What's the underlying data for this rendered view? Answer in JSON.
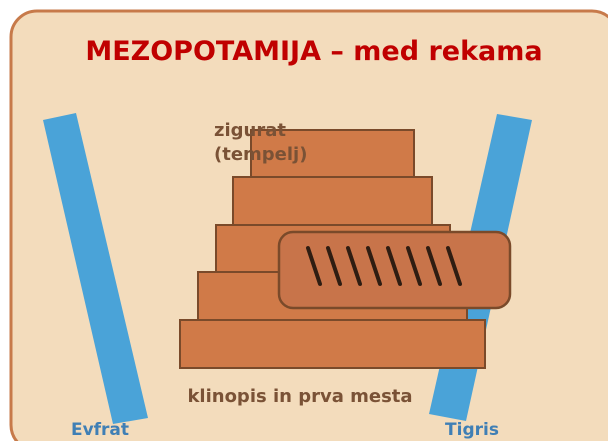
{
  "title": "MEZOPOTAMIJA – med rekama",
  "ziggurat_label": [
    "zigurat",
    "(tempelj)"
  ],
  "caption": "klinopis in prva mesta",
  "rivers": {
    "left": "Evfrat",
    "right": "Tigris"
  },
  "colors": {
    "background": "#f3dcbc",
    "frame": "#c77a4a",
    "title": "#c00000",
    "river": "#4aa3d8",
    "brick": "#d07a48",
    "brick_stroke": "#7a4a2a",
    "tablet": "#c8744a",
    "label": "#7a5236",
    "river_label": "#3f7fb5"
  },
  "icons": {
    "tablet_marks": "cuneiform-wedge-marks"
  }
}
